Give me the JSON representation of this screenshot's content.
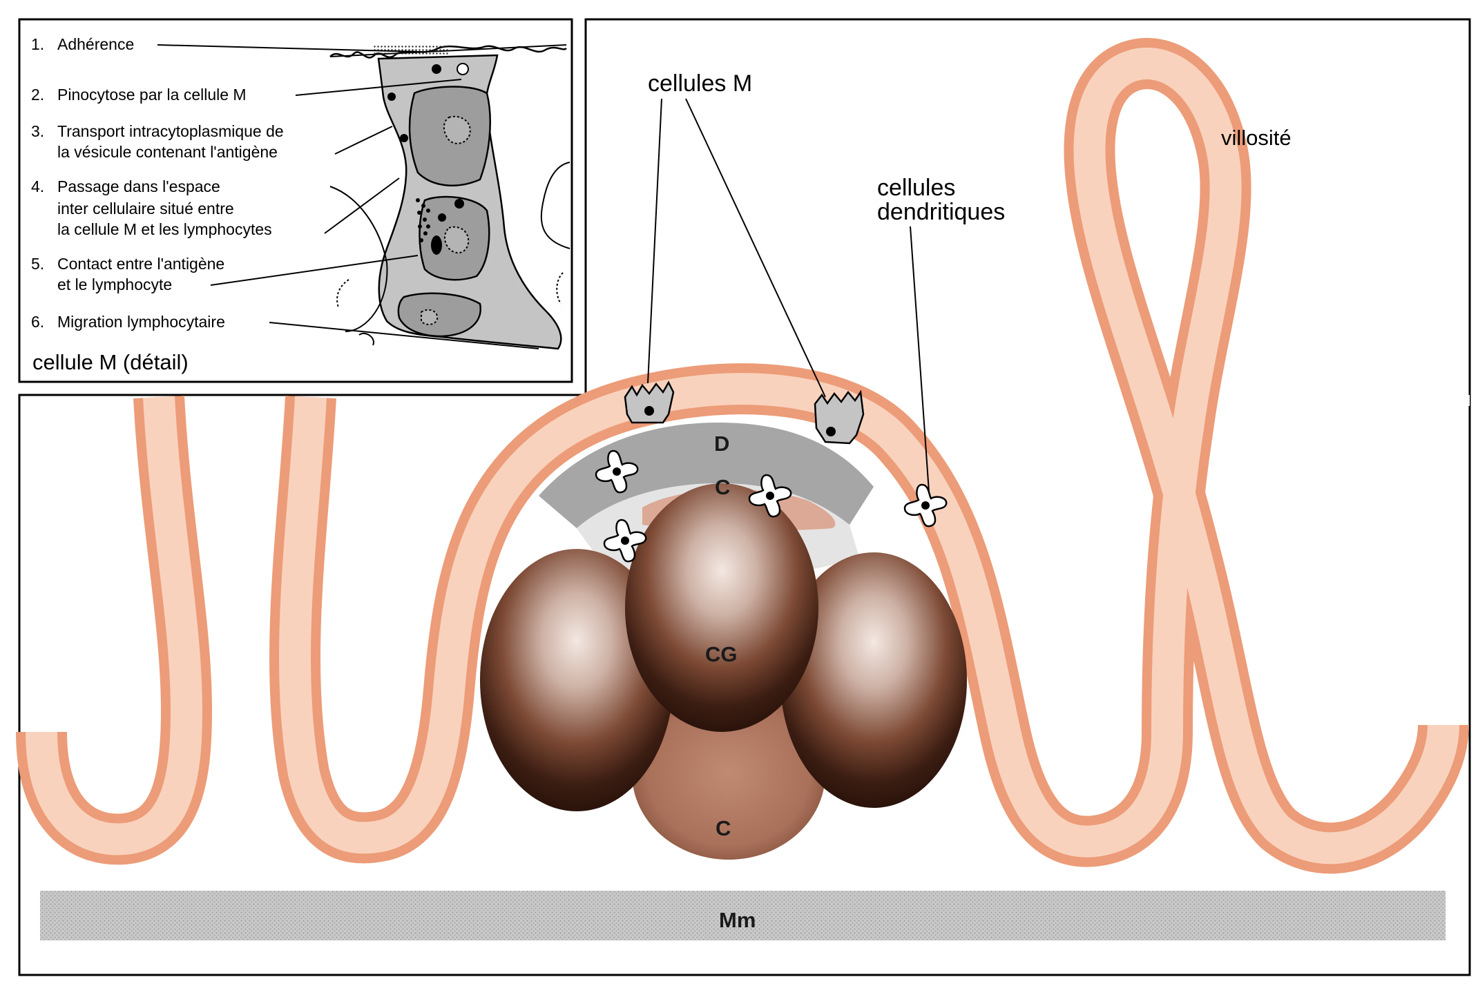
{
  "inset": {
    "title": "cellule M (détail)",
    "steps": [
      {
        "num": "1.",
        "lines": [
          "Adhérence"
        ]
      },
      {
        "num": "2.",
        "lines": [
          "Pinocytose par la cellule M"
        ]
      },
      {
        "num": "3.",
        "lines": [
          "Transport intracytoplasmique de",
          "la vésicule contenant l'antigène"
        ]
      },
      {
        "num": "4.",
        "lines": [
          "Passage dans l'espace",
          "inter cellulaire situé entre",
          "la cellule M et les lymphocytes"
        ]
      },
      {
        "num": "5.",
        "lines": [
          "Contact entre l'antigène",
          "et le lymphocyte"
        ]
      },
      {
        "num": "6.",
        "lines": [
          "Migration lymphocytaire"
        ]
      }
    ]
  },
  "labels": {
    "m_cells": "cellules M",
    "dendritic_cells": [
      "cellules",
      "dendritiques"
    ],
    "villus": "villosité",
    "dome": "D",
    "corona_top": "C",
    "germinal_center": "CG",
    "corona_bottom": "C",
    "muscularis_mucosae": "Mm"
  },
  "colors": {
    "villus_fill": "#f7c3a7",
    "villus_edge": "#ec9c78",
    "dome_zone": "#a6a6a6",
    "corona": "#d9a28c",
    "follicle": "#5a3020",
    "muscularis": "#bcbcbc",
    "inset_cell": "#c4c4c4"
  }
}
